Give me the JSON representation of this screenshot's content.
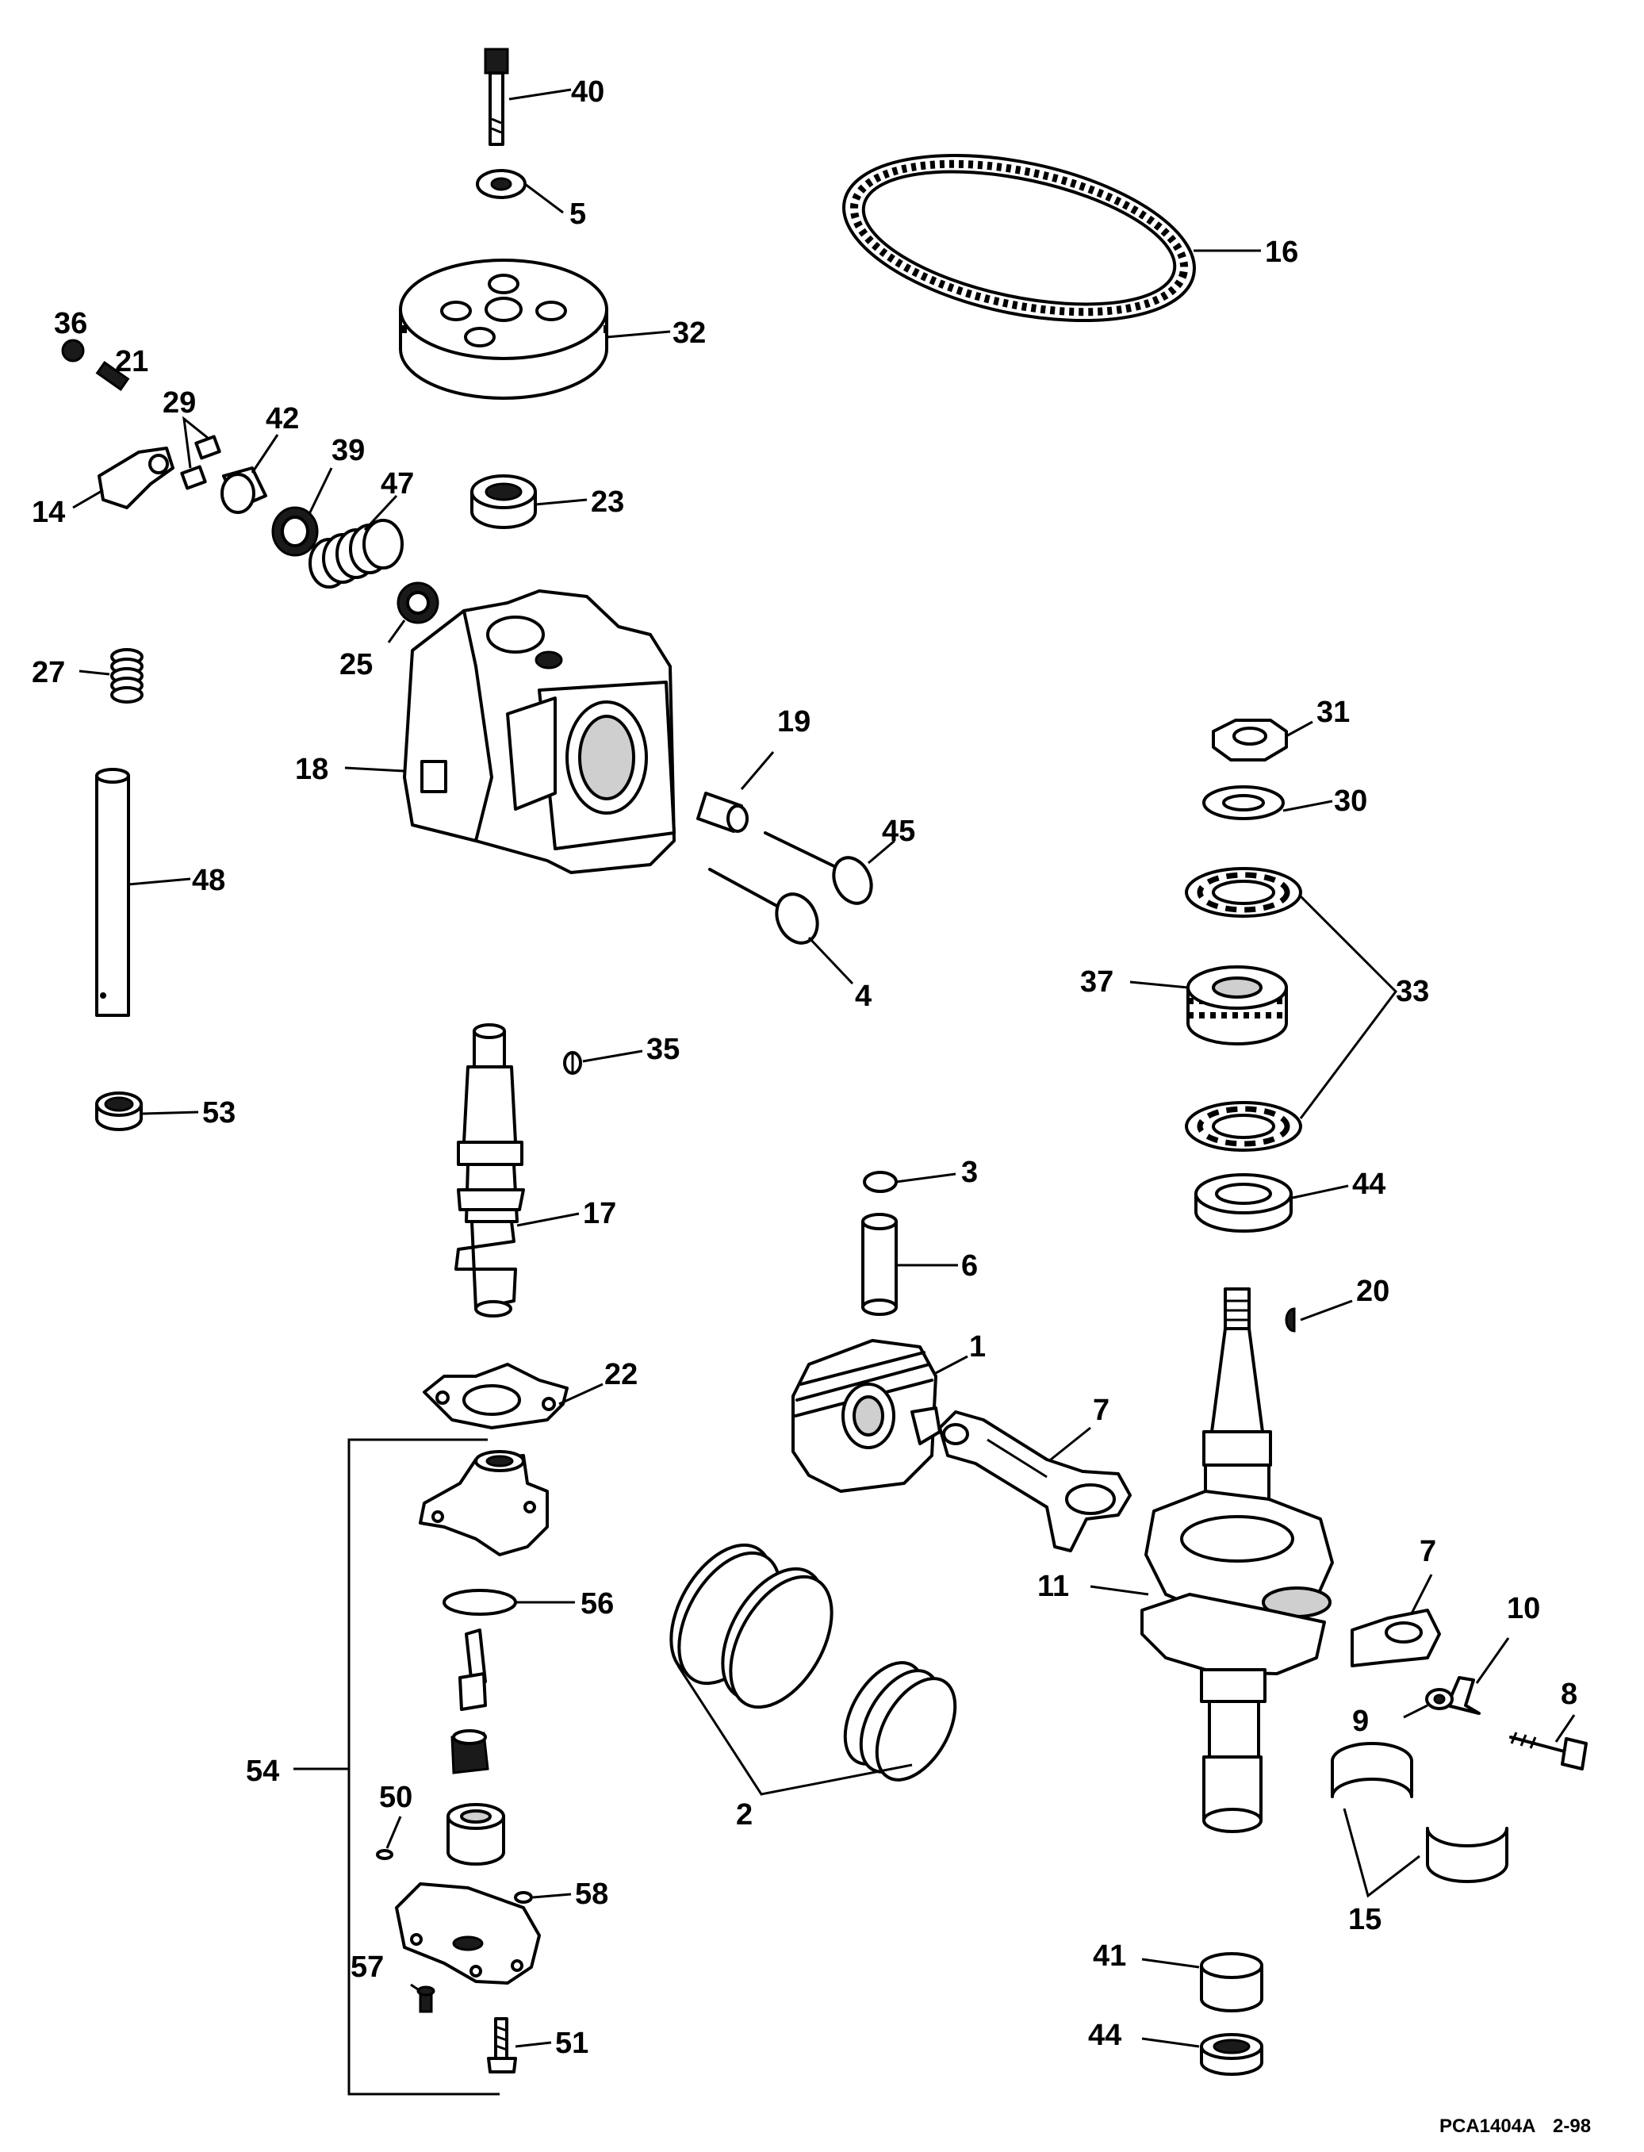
{
  "callouts": {
    "c40": "40",
    "c5": "5",
    "c16": "16",
    "c32": "32",
    "c36": "36",
    "c21": "21",
    "c29": "29",
    "c42": "42",
    "c39": "39",
    "c47": "47",
    "c14": "14",
    "c23": "23",
    "c27": "27",
    "c25": "25",
    "c18": "18",
    "c19": "19",
    "c45": "45",
    "c4": "4",
    "c48": "48",
    "c31": "31",
    "c30": "30",
    "c33": "33",
    "c37": "37",
    "c35": "35",
    "c53": "53",
    "c3": "3",
    "c44a": "44",
    "c17": "17",
    "c6": "6",
    "c20": "20",
    "c1": "1",
    "c22": "22",
    "c7a": "7",
    "c11": "11",
    "c7b": "7",
    "c56": "56",
    "c10": "10",
    "c9": "9",
    "c8": "8",
    "c54": "54",
    "c2": "2",
    "c50": "50",
    "c15": "15",
    "c58": "58",
    "c41": "41",
    "c57": "57",
    "c51": "51",
    "c44b": "44"
  },
  "footer": {
    "code": "PCA1404A",
    "date": "2-98"
  }
}
